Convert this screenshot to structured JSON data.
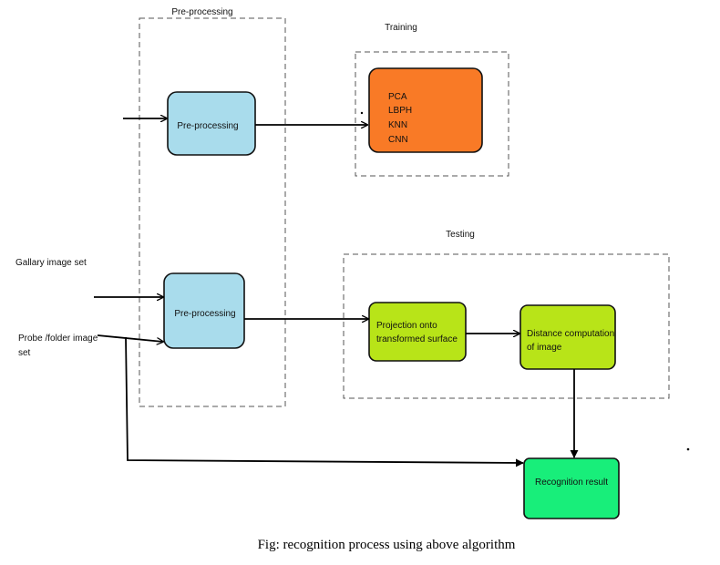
{
  "groups": {
    "preprocessing": {
      "title": "Pre-processing"
    },
    "training": {
      "title": "Training"
    },
    "testing": {
      "title": "Testing"
    }
  },
  "nodes": {
    "preprocessing_top": {
      "label": "Pre-processing",
      "color": "#A9DCEC"
    },
    "training_methods": {
      "items": [
        "PCA",
        "LBPH",
        "KNN",
        "CNN"
      ],
      "color": "#F97A26"
    },
    "preprocessing_bottom": {
      "label": "Pre-processing",
      "color": "#A9DCEC"
    },
    "projection": {
      "lines": [
        "Projection onto",
        "transformed surface"
      ],
      "color": "#B8E418"
    },
    "distance": {
      "lines": [
        "Distance computation",
        "of image"
      ],
      "color": "#B8E418"
    },
    "recognition": {
      "label": "Recognition result",
      "color": "#18EE7A"
    }
  },
  "inputs": {
    "gallery": {
      "label": "Gallary image set"
    },
    "probe": {
      "lines": [
        "Probe /folder image",
        "set"
      ]
    }
  },
  "caption": "Fig: recognition process using above algorithm"
}
